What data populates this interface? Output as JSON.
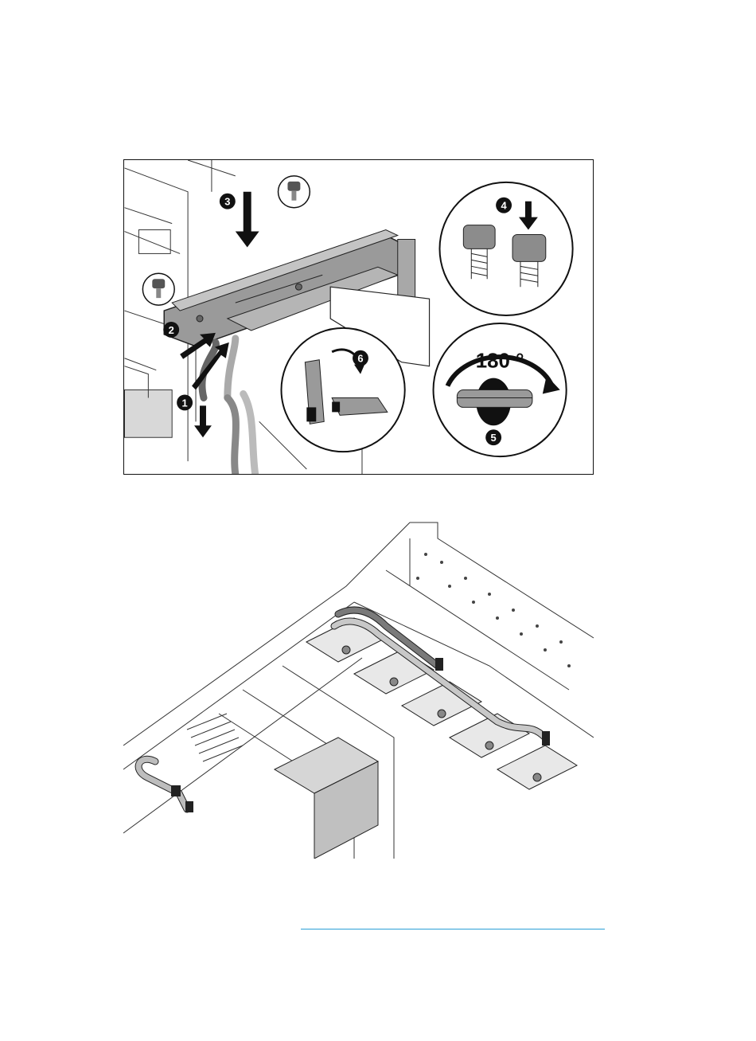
{
  "figure1": {
    "callouts": [
      "1",
      "2",
      "3",
      "4",
      "5",
      "6"
    ],
    "rotation_label": "180 °"
  },
  "colors": {
    "footer_rule": "#2a9fd6",
    "cable_dark": "#6e6e6e",
    "cable_light": "#bdbdbd"
  }
}
